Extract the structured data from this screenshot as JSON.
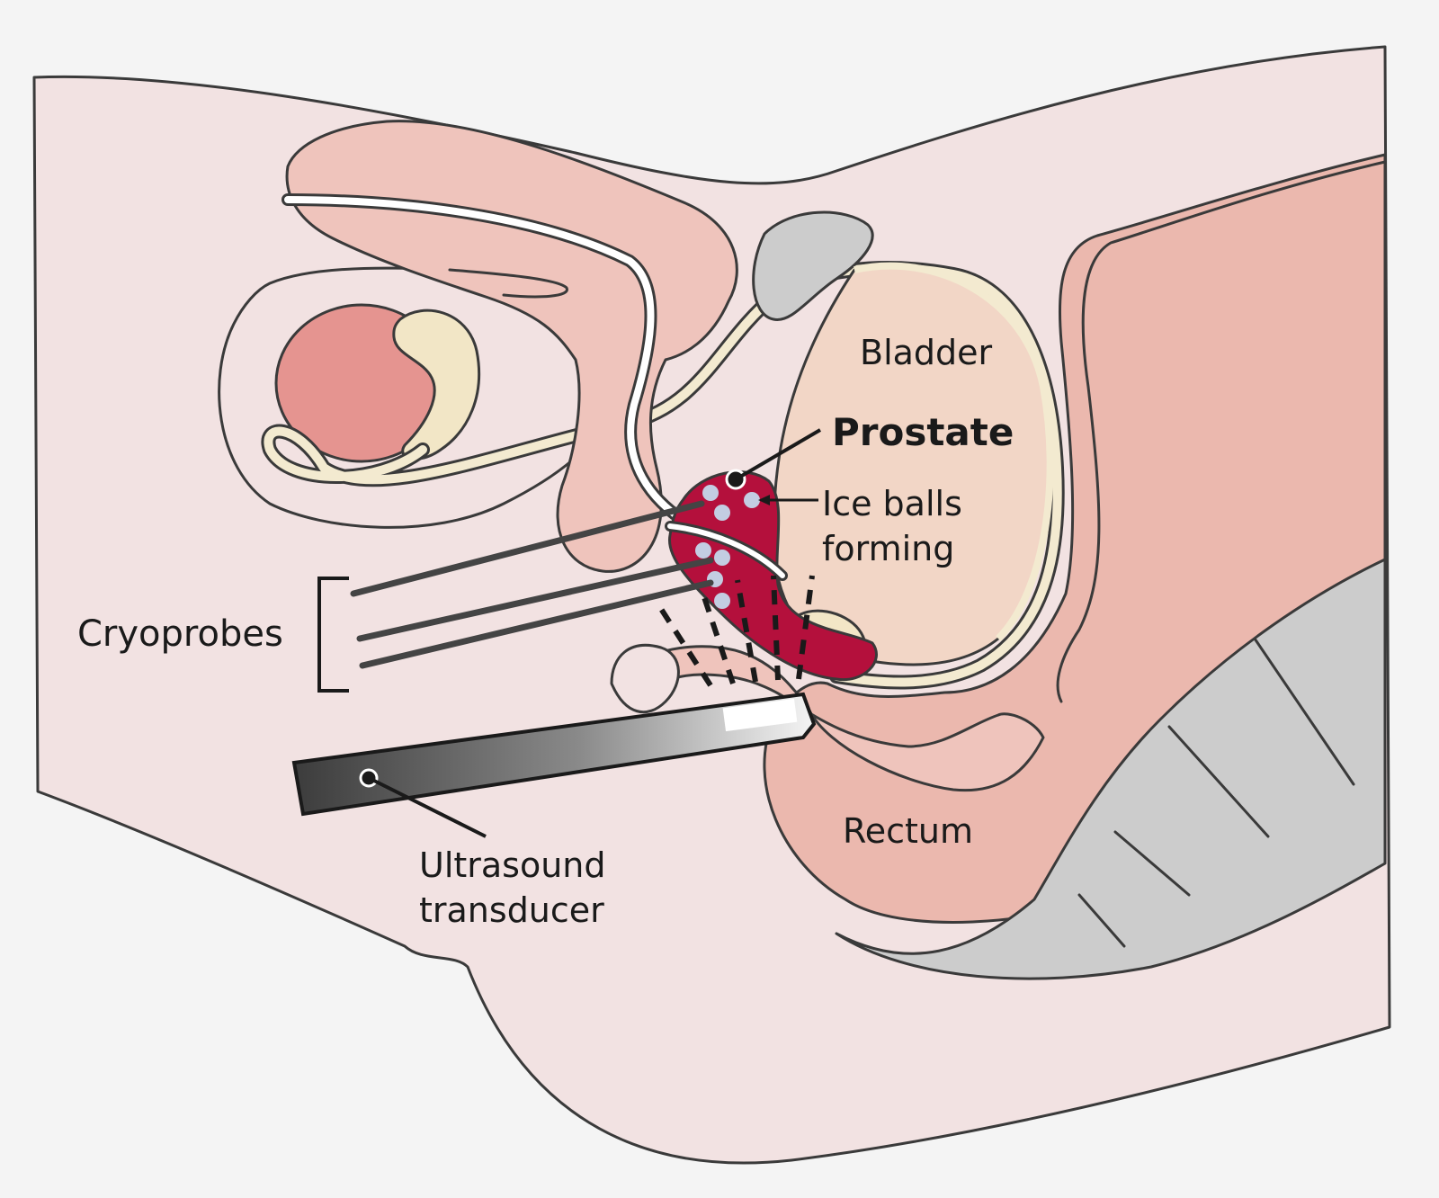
{
  "labels": {
    "bladder": "Bladder",
    "prostate": "Prostate",
    "ice_balls_line1": "Ice balls",
    "ice_balls_line2": "forming",
    "cryoprobes": "Cryoprobes",
    "rectum": "Rectum",
    "ultrasound_line1": "Ultrasound",
    "ultrasound_line2": "transducer"
  },
  "colors": {
    "background": "#f4f4f4",
    "skin": "#f2e2e2",
    "tissue_pink": "#efc4bc",
    "rectum_pink": "#ebb8ae",
    "testis": "#e59490",
    "epididymis": "#f2e6c6",
    "bladder": "#f2d6c6",
    "urethra_cream": "#f3ead0",
    "prostate": "#b4103c",
    "ice_ball": "#c3cde2",
    "bone_grey": "#cccccc",
    "outline": "#3a3a3a",
    "probe": "#444444"
  }
}
